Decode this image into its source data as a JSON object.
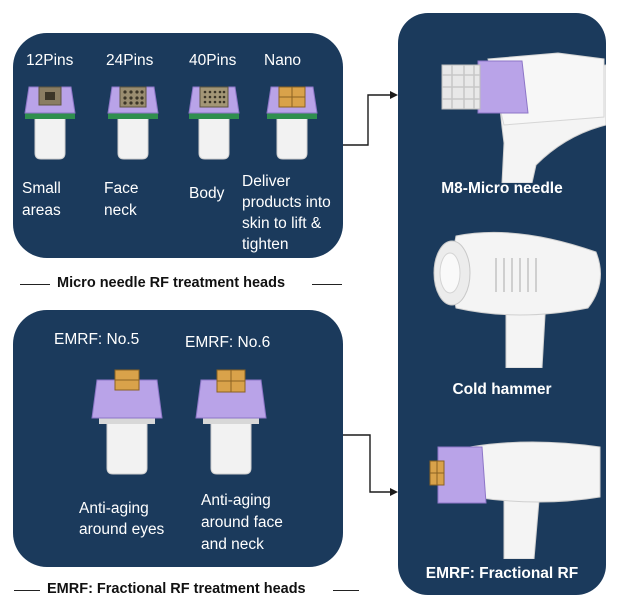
{
  "micro_needle_panel": {
    "items": [
      {
        "pins": "12Pins",
        "use_lines": [
          "Small",
          "areas"
        ]
      },
      {
        "pins": "24Pins",
        "use_lines": [
          "Face",
          "neck"
        ]
      },
      {
        "pins": "40Pins",
        "use_lines": [
          "Body"
        ]
      },
      {
        "pins": "Nano",
        "use_lines": [
          "Deliver",
          "products into",
          "skin to lift &",
          "tighten"
        ]
      }
    ],
    "caption": "Micro needle RF treatment heads"
  },
  "emrf_panel": {
    "items": [
      {
        "name": "EMRF: No.5",
        "use_lines": [
          "Anti-aging",
          "around eyes"
        ]
      },
      {
        "name": "EMRF: No.6",
        "use_lines": [
          "Anti-aging",
          "around face",
          "and neck"
        ]
      }
    ],
    "caption": "EMRF: Fractional RF treatment heads"
  },
  "handpieces": [
    {
      "label": "M8-Micro needle"
    },
    {
      "label": "Cold hammer"
    },
    {
      "label": "EMRF: Fractional RF"
    }
  ],
  "colors": {
    "panel_bg": "#1b3a5c",
    "tip_purple": "#b9a3e8",
    "tip_gold": "#d9a24a",
    "pcb_green": "#2f8f4e"
  }
}
